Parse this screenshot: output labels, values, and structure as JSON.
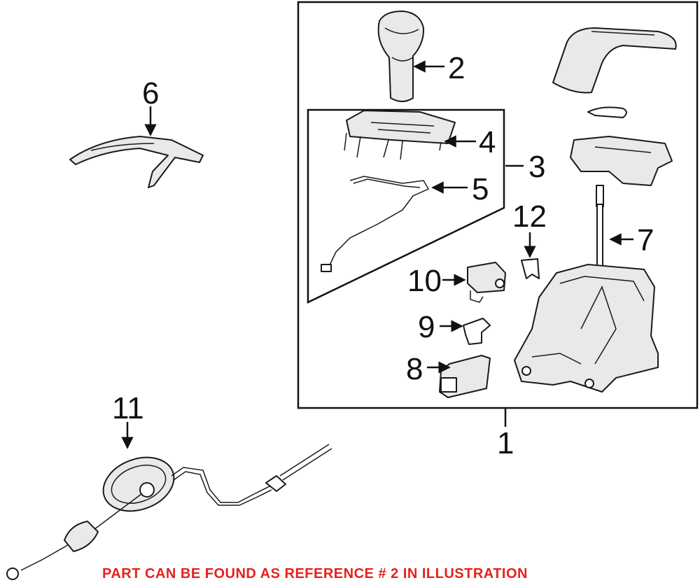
{
  "callouts": {
    "c1": "1",
    "c2": "2",
    "c3": "3",
    "c4": "4",
    "c5": "5",
    "c6": "6",
    "c7": "7",
    "c8": "8",
    "c9": "9",
    "c10": "10",
    "c11": "11",
    "c12": "12"
  },
  "footer": {
    "note": "PART CAN BE FOUND AS REFERENCE # 2 IN ILLUSTRATION"
  },
  "colors": {
    "note": "#e8201c",
    "lines": "#111111"
  }
}
